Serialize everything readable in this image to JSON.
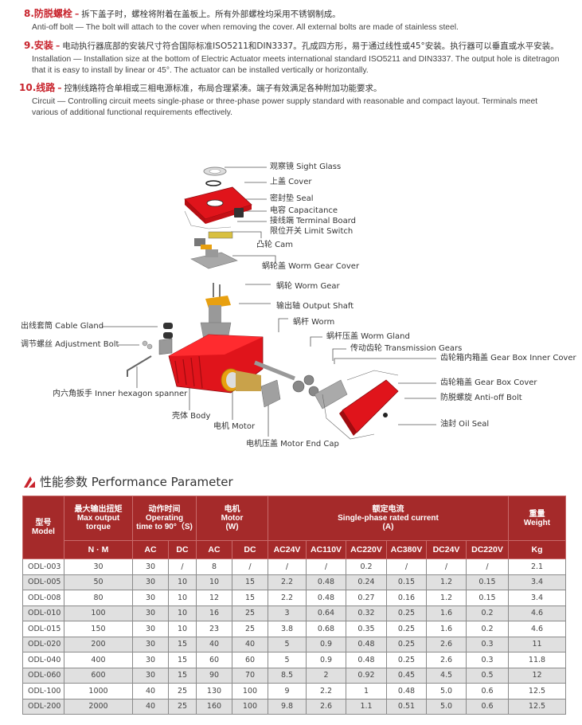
{
  "features": [
    {
      "number": "8.",
      "title_cn": "防脱螺栓",
      "desc_cn": "拆下盖子时，螺栓将附着在盖板上。所有外部螺栓均采用不锈钢制成。",
      "desc_en": "Anti-off bolt — The bolt will attach to the cover when removing the cover. All external bolts are made of stainless steel."
    },
    {
      "number": "9.",
      "title_cn": "安装",
      "desc_cn": "电动执行器底部的安装尺寸符合国际标准ISO5211和DIN3337。孔成四方形，易于通过线性或45°安装。执行器可以垂直或水平安装。",
      "desc_en": "Installation — Installation size at the bottom of Electric Actuator meets international standard ISO5211 and DIN3337. The output hole is ditetragon that it is easy to install by linear or 45°. The actuator can be installed vertically or horizontally."
    },
    {
      "number": "10.",
      "title_cn": "线路",
      "desc_cn": "控制线路符合单相或三相电源标准，布局合理紧凑。端子有效满足各种附加功能要求。",
      "desc_en": "Circuit — Controlling circuit meets single-phase or three-phase power supply standard with reasonable and compact layout. Terminals meet various of additional functional requirements effectively."
    }
  ],
  "diagram": {
    "labels": [
      {
        "id": "sight-glass",
        "text": "观察镜 Sight Glass"
      },
      {
        "id": "cover",
        "text": "上盖 Cover"
      },
      {
        "id": "seal",
        "text": "密封垫 Seal"
      },
      {
        "id": "capacitance",
        "text": "电容 Capacitance"
      },
      {
        "id": "terminal-board",
        "text": "接线端 Terminal Board"
      },
      {
        "id": "limit-switch",
        "text": "限位开关 Limit Switch"
      },
      {
        "id": "cam",
        "text": "凸轮 Cam"
      },
      {
        "id": "worm-gear-cover",
        "text": "蜗轮盖 Worm Gear Cover"
      },
      {
        "id": "worm-gear",
        "text": "蜗轮 Worm Gear"
      },
      {
        "id": "output-shaft",
        "text": "输出轴 Output Shaft"
      },
      {
        "id": "worm",
        "text": "蜗杆 Worm"
      },
      {
        "id": "cable-gland",
        "text": "出线套筒 Cable Gland"
      },
      {
        "id": "worm-gland",
        "text": "蜗杆压盖 Worm Gland"
      },
      {
        "id": "adjustment-bolt",
        "text": "调节螺丝 Adjustment Bolt"
      },
      {
        "id": "transmission-gears",
        "text": "传动齿轮 Transmission Gears"
      },
      {
        "id": "gear-box-inner-cover",
        "text": "齿轮箱内箱盖 Gear Box Inner Cover"
      },
      {
        "id": "inner-hexagon-spanner",
        "text": "内六角扳手 Inner hexagon spanner"
      },
      {
        "id": "gear-box-cover",
        "text": "齿轮箱盖 Gear Box Cover"
      },
      {
        "id": "anti-off-bolt",
        "text": "防脱螺旋 Anti-off Bolt"
      },
      {
        "id": "body",
        "text": "壳体 Body"
      },
      {
        "id": "motor",
        "text": "电机 Motor"
      },
      {
        "id": "oil-seal",
        "text": "油封 Oil Seal"
      },
      {
        "id": "motor-end-cap",
        "text": "电机压盖 Motor End Cap"
      }
    ],
    "colors": {
      "red": "#e0141b",
      "grey": "#a8a8a8",
      "gold": "#e8a010"
    }
  },
  "performance": {
    "title": "性能参数 Performance Parameter",
    "header_color": "#a52a2a",
    "headers": {
      "model": {
        "cn": "型号",
        "en": "Model"
      },
      "torque": {
        "cn": "最大输出扭矩",
        "en1": "Max output",
        "en2": "torque",
        "unit": "N · M"
      },
      "time": {
        "cn": "动作时间",
        "en1": "Operating",
        "en2": "time to 90°（S)",
        "sub": [
          "AC",
          "DC"
        ]
      },
      "motor": {
        "cn": "电机",
        "en1": "Motor",
        "en2": "(W)",
        "sub": [
          "AC",
          "DC"
        ]
      },
      "current": {
        "cn": "额定电流",
        "en1": "Single-phase rated current",
        "en2": "(A)",
        "sub": [
          "AC24V",
          "AC110V",
          "AC220V",
          "AC380V",
          "DC24V",
          "DC220V"
        ]
      },
      "weight": {
        "cn": "重量",
        "en": "Weight",
        "unit": "Kg"
      }
    },
    "rows": [
      [
        "ODL-003",
        "30",
        "30",
        "/",
        "8",
        "/",
        "/",
        "/",
        "0.2",
        "/",
        "/",
        "/",
        "2.1"
      ],
      [
        "ODL-005",
        "50",
        "30",
        "10",
        "10",
        "15",
        "2.2",
        "0.48",
        "0.24",
        "0.15",
        "1.2",
        "0.15",
        "3.4"
      ],
      [
        "ODL-008",
        "80",
        "30",
        "10",
        "12",
        "15",
        "2.2",
        "0.48",
        "0.27",
        "0.16",
        "1.2",
        "0.15",
        "3.4"
      ],
      [
        "ODL-010",
        "100",
        "30",
        "10",
        "16",
        "25",
        "3",
        "0.64",
        "0.32",
        "0.25",
        "1.6",
        "0.2",
        "4.6"
      ],
      [
        "ODL-015",
        "150",
        "30",
        "10",
        "23",
        "25",
        "3.8",
        "0.68",
        "0.35",
        "0.25",
        "1.6",
        "0.2",
        "4.6"
      ],
      [
        "ODL-020",
        "200",
        "30",
        "15",
        "40",
        "40",
        "5",
        "0.9",
        "0.48",
        "0.25",
        "2.6",
        "0.3",
        "11"
      ],
      [
        "ODL-040",
        "400",
        "30",
        "15",
        "60",
        "60",
        "5",
        "0.9",
        "0.48",
        "0.25",
        "2.6",
        "0.3",
        "11.8"
      ],
      [
        "ODL-060",
        "600",
        "30",
        "15",
        "90",
        "70",
        "8.5",
        "2",
        "0.92",
        "0.45",
        "4.5",
        "0.5",
        "12"
      ],
      [
        "ODL-100",
        "1000",
        "40",
        "25",
        "130",
        "100",
        "9",
        "2.2",
        "1",
        "0.48",
        "5.0",
        "0.6",
        "12.5"
      ],
      [
        "ODL-200",
        "2000",
        "40",
        "25",
        "160",
        "100",
        "9.8",
        "2.6",
        "1.1",
        "0.51",
        "5.0",
        "0.6",
        "12.5"
      ]
    ]
  }
}
